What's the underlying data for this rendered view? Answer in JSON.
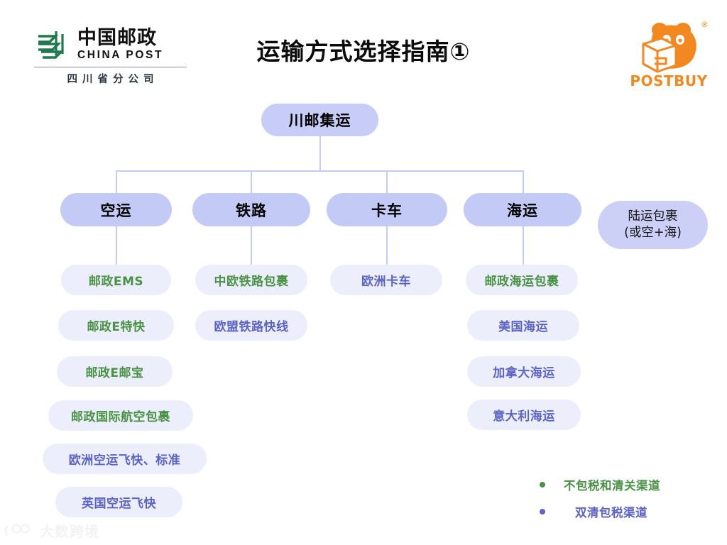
{
  "header": {
    "title": "运输方式选择指南①",
    "china_post_logo": {
      "icon": "china-post-mark-icon",
      "cn": "中国邮政",
      "en": "CHINA POST",
      "sub": "四川省分公司",
      "color": "#1f7a4d"
    },
    "postbuy_logo": {
      "icon": "panda-with-box-icon",
      "word": "POSTBUY",
      "registered": "®",
      "color": "#f2881f"
    }
  },
  "tree": {
    "root": {
      "label": "川邮集运"
    },
    "branches": [
      {
        "label": "空运"
      },
      {
        "label": "铁路"
      },
      {
        "label": "卡车"
      },
      {
        "label": "海运"
      }
    ],
    "aside": {
      "line1": "陆运包裹",
      "line2": "(或空+海)"
    },
    "columns": [
      {
        "branch": "空运",
        "items": [
          {
            "label": "邮政EMS",
            "type": "green"
          },
          {
            "label": "邮政E特快",
            "type": "green"
          },
          {
            "label": "邮政E邮宝",
            "type": "green"
          },
          {
            "label": "邮政国际航空包裹",
            "type": "green"
          },
          {
            "label": "欧洲空运飞快、标准",
            "type": "purple"
          },
          {
            "label": "英国空运飞快",
            "type": "purple"
          }
        ]
      },
      {
        "branch": "铁路",
        "items": [
          {
            "label": "中欧铁路包裹",
            "type": "green"
          },
          {
            "label": "欧盟铁路快线",
            "type": "purple"
          }
        ]
      },
      {
        "branch": "卡车",
        "items": [
          {
            "label": "欧洲卡车",
            "type": "purple"
          }
        ]
      },
      {
        "branch": "海运",
        "items": [
          {
            "label": "邮政海运包裹",
            "type": "green"
          },
          {
            "label": "美国海运",
            "type": "purple"
          },
          {
            "label": "加拿大海运",
            "type": "purple"
          },
          {
            "label": "意大利海运",
            "type": "purple"
          }
        ]
      }
    ]
  },
  "legend": [
    {
      "label": "不包税和清关渠道",
      "type": "green"
    },
    {
      "label": "双清包税渠道",
      "type": "purple"
    }
  ],
  "watermark": {
    "icon": "big-data-cross-border-icon",
    "text": "大数跨境"
  },
  "colors": {
    "node_root": "#c8cdf7",
    "node_branch": "#c3caf6",
    "node_aside": "#ccd0f7",
    "chip_bg": "#eceefb",
    "connector": "#c6ccf7",
    "green_text": "#4a9245",
    "purple_text": "#5b63c4",
    "title_text": "#0b0b0b"
  }
}
